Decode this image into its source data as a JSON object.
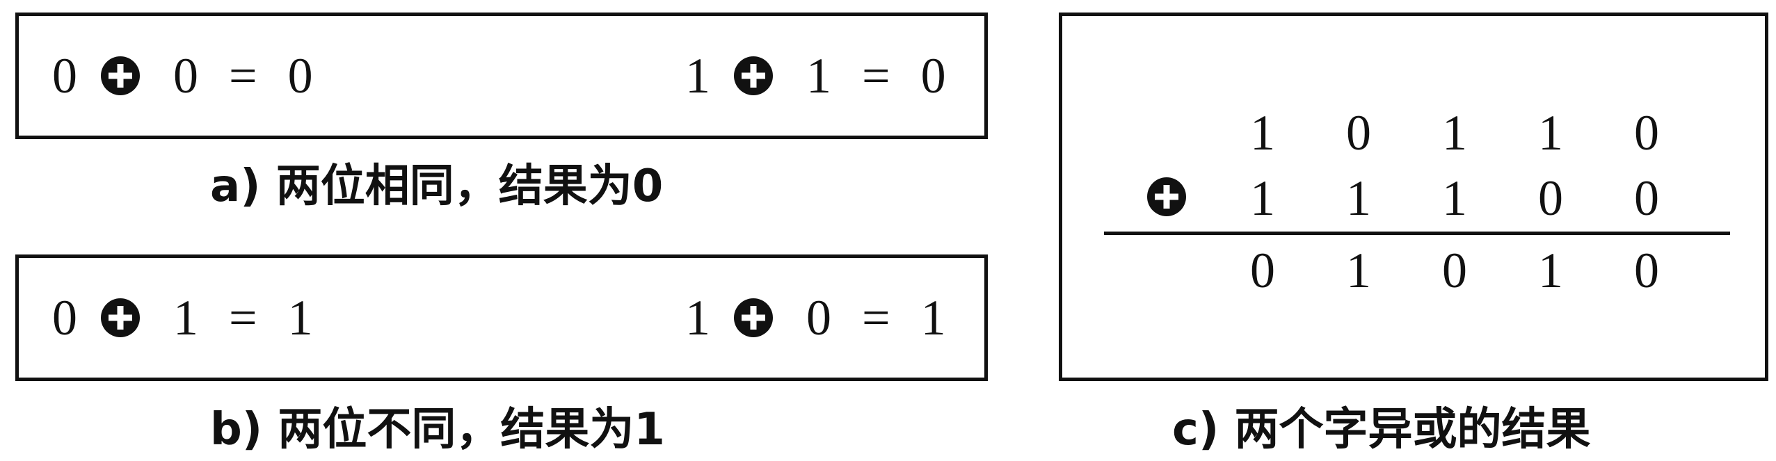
{
  "panel_a": {
    "left_eq": [
      "0",
      "0",
      "=",
      "0"
    ],
    "right_eq": [
      "1",
      "1",
      "=",
      "0"
    ],
    "caption": "a) 两位相同，结果为0"
  },
  "panel_b": {
    "left_eq": [
      "0",
      "1",
      "=",
      "1"
    ],
    "right_eq": [
      "1",
      "0",
      "=",
      "1"
    ],
    "caption": "b) 两位不同，结果为1"
  },
  "panel_c": {
    "row1": [
      "1",
      "0",
      "1",
      "1",
      "0"
    ],
    "row2": [
      "1",
      "1",
      "1",
      "0",
      "0"
    ],
    "result": [
      "0",
      "1",
      "0",
      "1",
      "0"
    ],
    "caption": "c) 两个字异或的结果"
  },
  "operator_icon": "xor-circle-plus-icon"
}
